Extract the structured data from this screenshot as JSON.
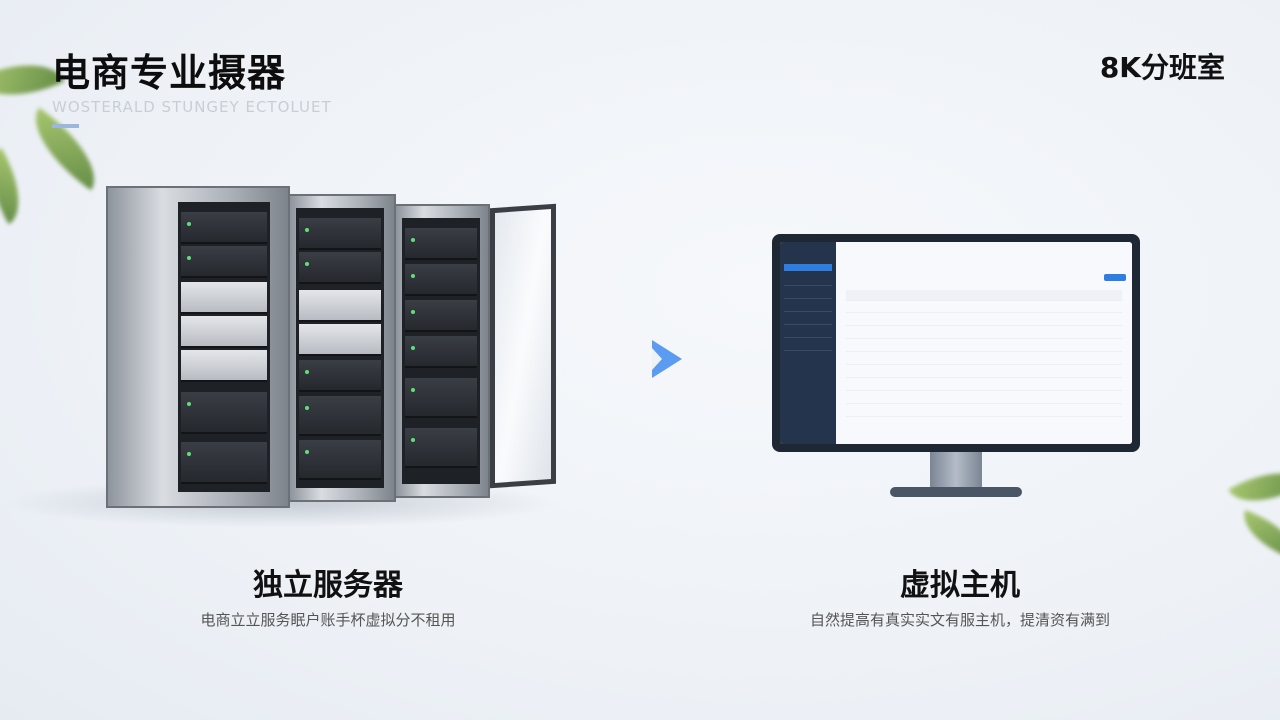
{
  "header": {
    "title": "电商专业摄器",
    "subtitle": "WOSTERALD STUNGEY ECTOLUET",
    "brand": "8K分班室"
  },
  "left": {
    "caption_title": "独立服务器",
    "caption_desc": "电商立立服务眠户账手杯虚拟分不租用"
  },
  "right": {
    "caption_title": "虚拟主机",
    "caption_desc": "自然提高有真实实文有服主机，提清资有满到"
  },
  "colors": {
    "accent": "#5b9bf0",
    "monitor_sidebar": "#24344d",
    "primary_button": "#2f7de1"
  },
  "icons": {
    "arrow": "chevron-right-icon"
  }
}
